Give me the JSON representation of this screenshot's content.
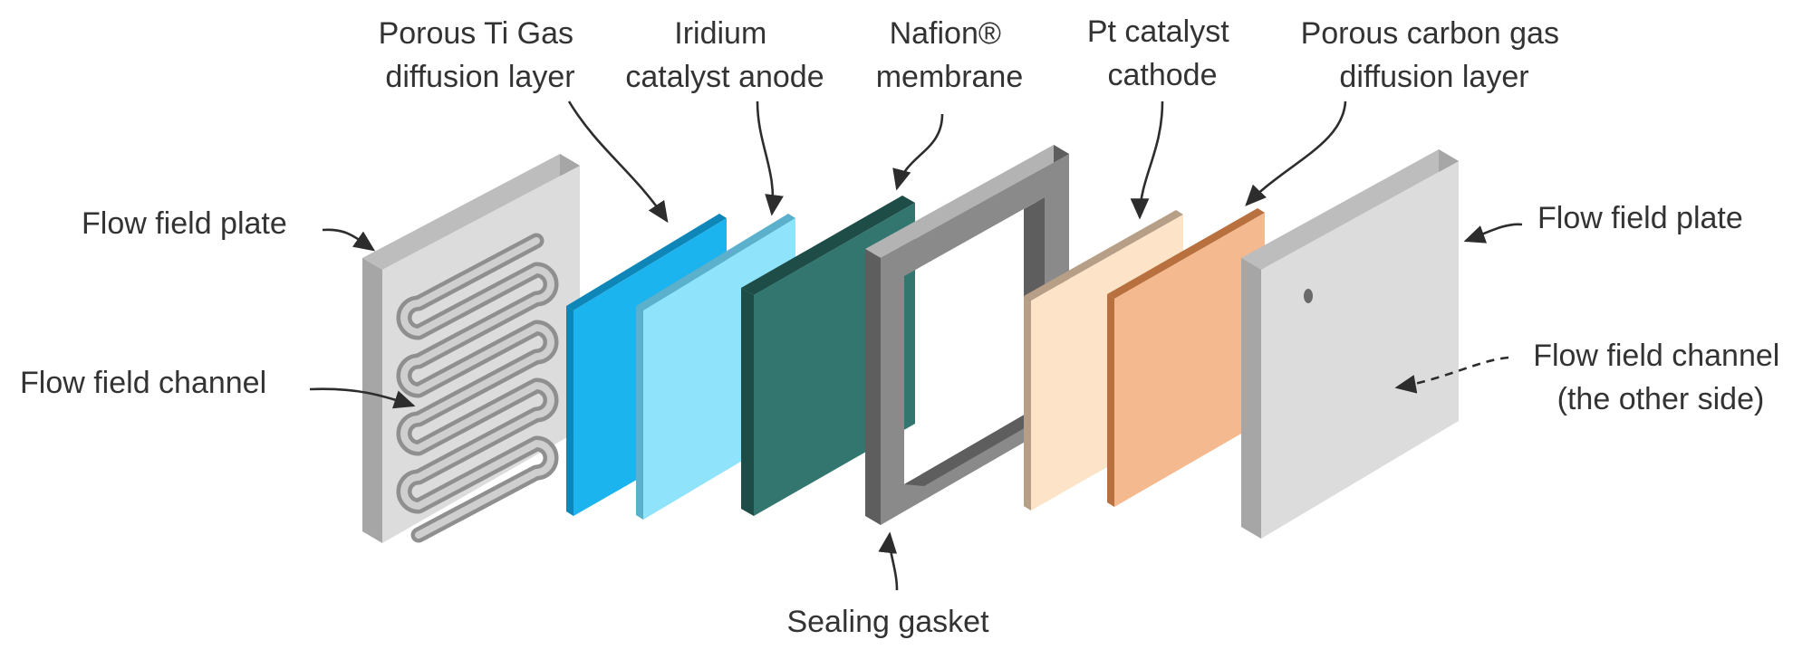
{
  "colors": {
    "plate_face": "#dcdcdc",
    "plate_side": "#a6a6a6",
    "plate_top": "#bdbdbd",
    "ti_gdl": "#1cb4ee",
    "ir_anode": "#8fe3fb",
    "nafion": "#33766f",
    "gasket": "#8a8a8a",
    "pt_cathode": "#fde3c8",
    "carbon_gdl": "#f5b990",
    "label_text": "#333333"
  },
  "labels": {
    "porous_ti_gdl": [
      "Porous Ti Gas",
      "diffusion layer"
    ],
    "iridium_anode": [
      "Iridium",
      "catalyst anode"
    ],
    "nafion": [
      "Nafion®",
      "membrane"
    ],
    "pt_cathode": [
      "Pt catalyst",
      "cathode"
    ],
    "carbon_gdl": [
      "Porous carbon gas",
      "diffusion layer"
    ],
    "flow_plate_left": "Flow field plate",
    "flow_channel_left": "Flow field channel",
    "flow_plate_right": "Flow field plate",
    "flow_channel_right": [
      "Flow field channel",
      "(the other side)"
    ],
    "sealing_gasket": "Sealing gasket"
  }
}
